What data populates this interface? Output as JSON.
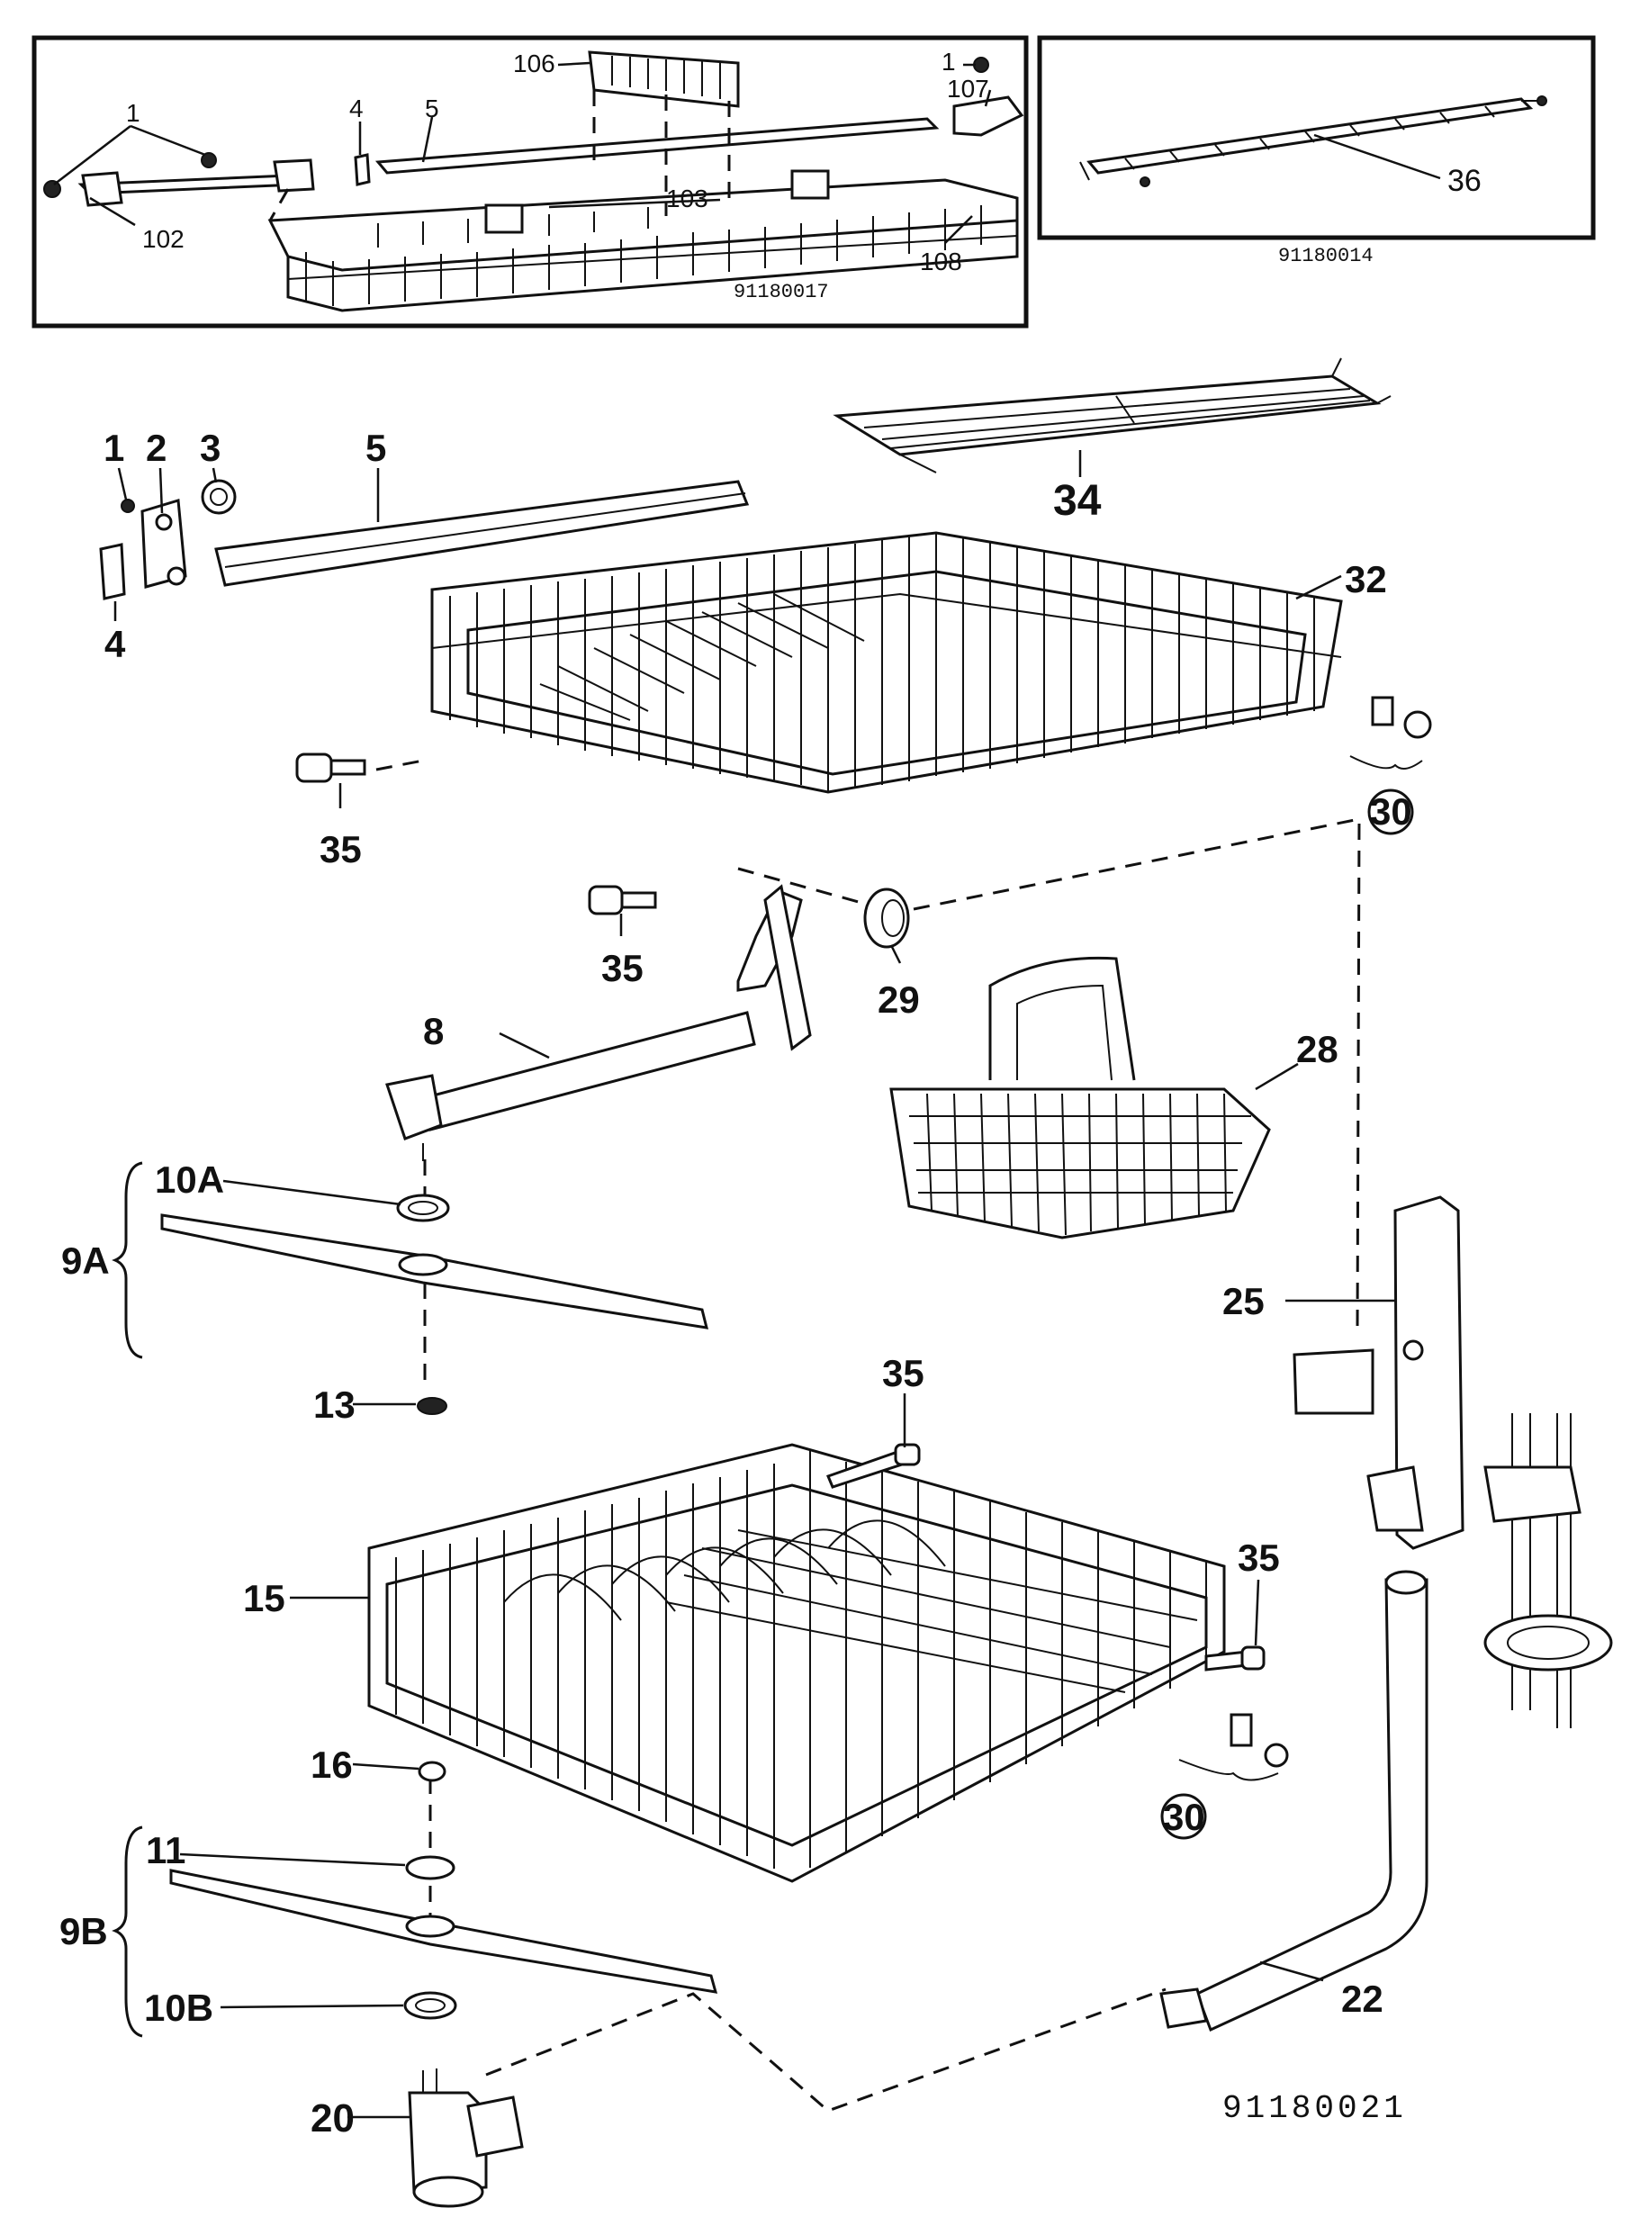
{
  "diagram_codes": {
    "inset_left": "91180017",
    "inset_right": "91180014",
    "main": "91180021"
  },
  "callouts": {
    "inset_left": {
      "c1": "1",
      "c102": "102",
      "c4": "4",
      "c5": "5",
      "c106": "106",
      "c103": "103",
      "c107": "107",
      "c1b": "1",
      "c108": "108"
    },
    "inset_right": {
      "c36": "36"
    },
    "main": {
      "c1": "1",
      "c2": "2",
      "c3": "3",
      "c4": "4",
      "c5": "5",
      "c34": "34",
      "c32": "32",
      "c35a": "35",
      "c30a": "30",
      "c35b": "35",
      "c29": "29",
      "c8": "8",
      "c28": "28",
      "c10A": "10A",
      "c9A": "9A",
      "c25": "25",
      "c13": "13",
      "c35c": "35",
      "c15": "15",
      "c35d": "35",
      "c16": "16",
      "c30b": "30",
      "c11": "11",
      "c9B": "9B",
      "c10B": "10B",
      "c20": "20",
      "c22": "22"
    }
  },
  "colors": {
    "ink": "#111111",
    "background": "#ffffff"
  }
}
